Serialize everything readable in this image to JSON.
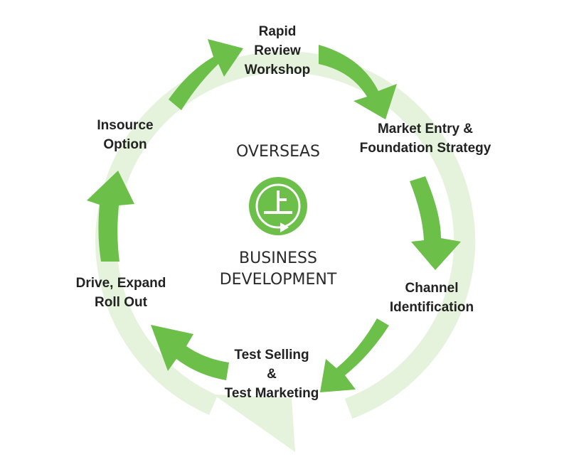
{
  "colors": {
    "arrow": "#6cc04a",
    "ring": "#e6f3dc",
    "logo_fill": "#6cc04a",
    "logo_mark": "#ffffff",
    "text": "#222222"
  },
  "center": {
    "top": "OVERSEAS",
    "bottom_line1": "BUSINESS",
    "bottom_line2": "DEVELOPMENT",
    "logo_icon": "overseas-business-logo-icon"
  },
  "steps": [
    {
      "id": "rapid-review",
      "lines": [
        "Rapid",
        "Review",
        "Workshop"
      ]
    },
    {
      "id": "market-entry",
      "lines": [
        "Market Entry &",
        "Foundation Strategy"
      ]
    },
    {
      "id": "channel-identification",
      "lines": [
        "Channel",
        "Identification"
      ]
    },
    {
      "id": "test-selling",
      "lines": [
        "Test Selling",
        "&",
        "Test Marketing"
      ]
    },
    {
      "id": "drive-expand",
      "lines": [
        "Drive, Expand",
        "Roll Out"
      ]
    },
    {
      "id": "insource-option",
      "lines": [
        "Insource",
        "Option"
      ]
    }
  ]
}
